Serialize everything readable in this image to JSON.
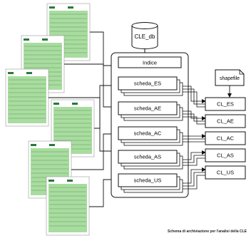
{
  "database": {
    "label": "CLE_db"
  },
  "index_box": {
    "label": "Indice"
  },
  "schede": [
    {
      "label": "scheda_ES"
    },
    {
      "label": "scheda_AE"
    },
    {
      "label": "scheda_AC"
    },
    {
      "label": "scheda_AS"
    },
    {
      "label": "scheda_US"
    }
  ],
  "shapefile": {
    "label": "shapefile",
    "layers": [
      "CL_ES",
      "CL_AE",
      "CL_AC",
      "CL_AS",
      "CL_US"
    ]
  },
  "caption": "Schema di archiviazione per l'analisi della CLE",
  "colors": {
    "form_green": "#a9dca0",
    "form_header": "#2a7a3a",
    "line": "#111111"
  }
}
